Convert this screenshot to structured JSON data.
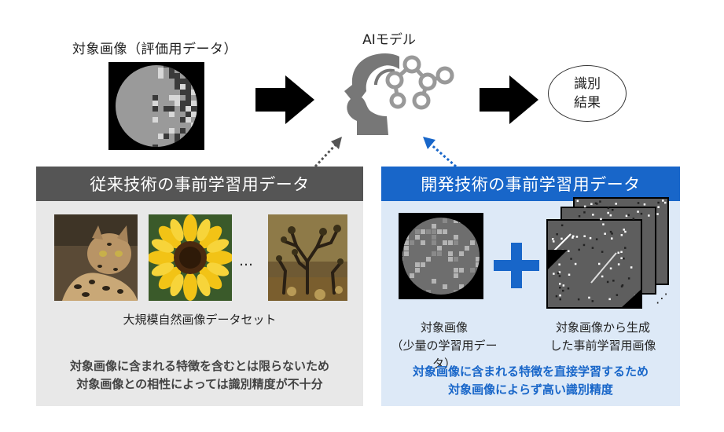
{
  "top": {
    "target_label": "対象画像（評価用データ）",
    "model_label": "AIモデル",
    "result_line1": "識別",
    "result_line2": "結果"
  },
  "conventional": {
    "header": "従来技術の事前学習用データ",
    "ellipsis": "…",
    "dataset_caption": "大規模自然画像データセット",
    "note_line1": "対象画像に含まれる特徴を含むとは限らないため",
    "note_line2": "対象画像との相性によっては識別精度が不十分"
  },
  "developed": {
    "header": "開発技術の事前学習用データ",
    "plus": "+",
    "small_caption_line1": "対象画像",
    "small_caption_line2": "（少量の学習用データ）",
    "gen_caption_line1": "対象画像から生成",
    "gen_caption_line2": "した事前学習用画像",
    "stack_dots": "⋰",
    "note_line1": "対象画像に含まれる特徴を直接学習するため",
    "note_line2": "対象画像によらず高い識別精度"
  },
  "colors": {
    "conv_header": "#555555",
    "conv_panel": "#e8e8e8",
    "dev_header": "#1866c9",
    "dev_panel": "#dde9f7",
    "dev_note": "#1866c9"
  }
}
